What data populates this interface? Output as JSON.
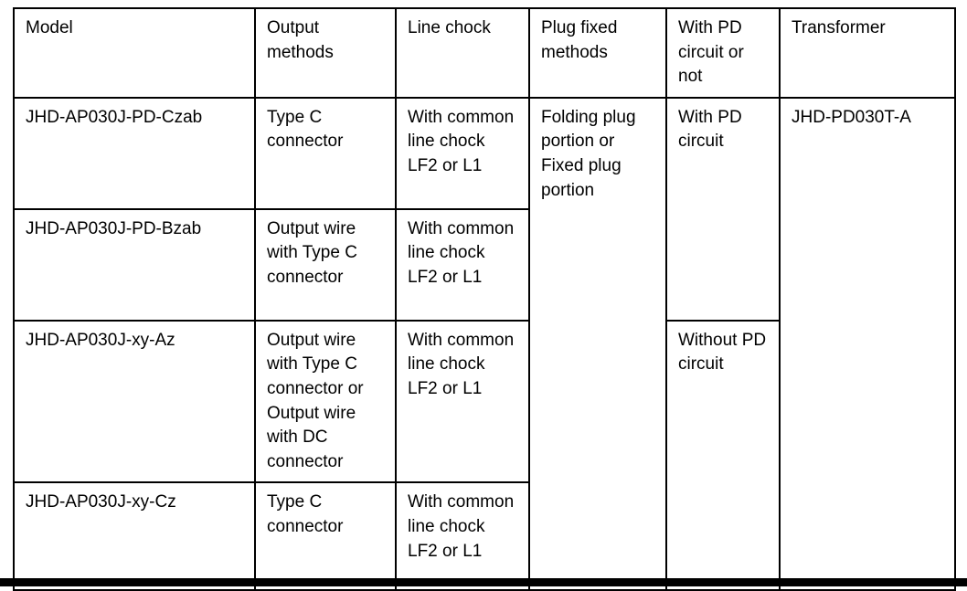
{
  "page": {
    "background_color": "#ffffff",
    "border_color": "#000000"
  },
  "table": {
    "headers": [
      "Model",
      "Output methods",
      "Line chock",
      "Plug fixed methods",
      "With PD circuit or not",
      "Transformer"
    ],
    "rows": [
      {
        "model": "JHD-AP030J-PD-Czab",
        "output_method": "Type C connector",
        "line_chock": "With common line chock LF2 or L1"
      },
      {
        "model": "JHD-AP030J-PD-Bzab",
        "output_method": "Output wire with Type C connector",
        "line_chock": "With common line chock LF2 or L1"
      },
      {
        "model": "JHD-AP030J-xy-Az",
        "output_method": "Output wire with Type C connector or Output wire with DC connector",
        "line_chock": "With common line chock LF2 or L1"
      },
      {
        "model": "JHD-AP030J-xy-Cz",
        "output_method": "Type C connector",
        "line_chock": "With common line chock LF2 or L1"
      }
    ],
    "merged": {
      "plug_fixed_methods": "Folding plug portion or Fixed plug portion",
      "with_pd_circuit": "With PD circuit",
      "without_pd_circuit": "Without PD circuit",
      "transformer": "JHD-PD030T-A"
    }
  }
}
